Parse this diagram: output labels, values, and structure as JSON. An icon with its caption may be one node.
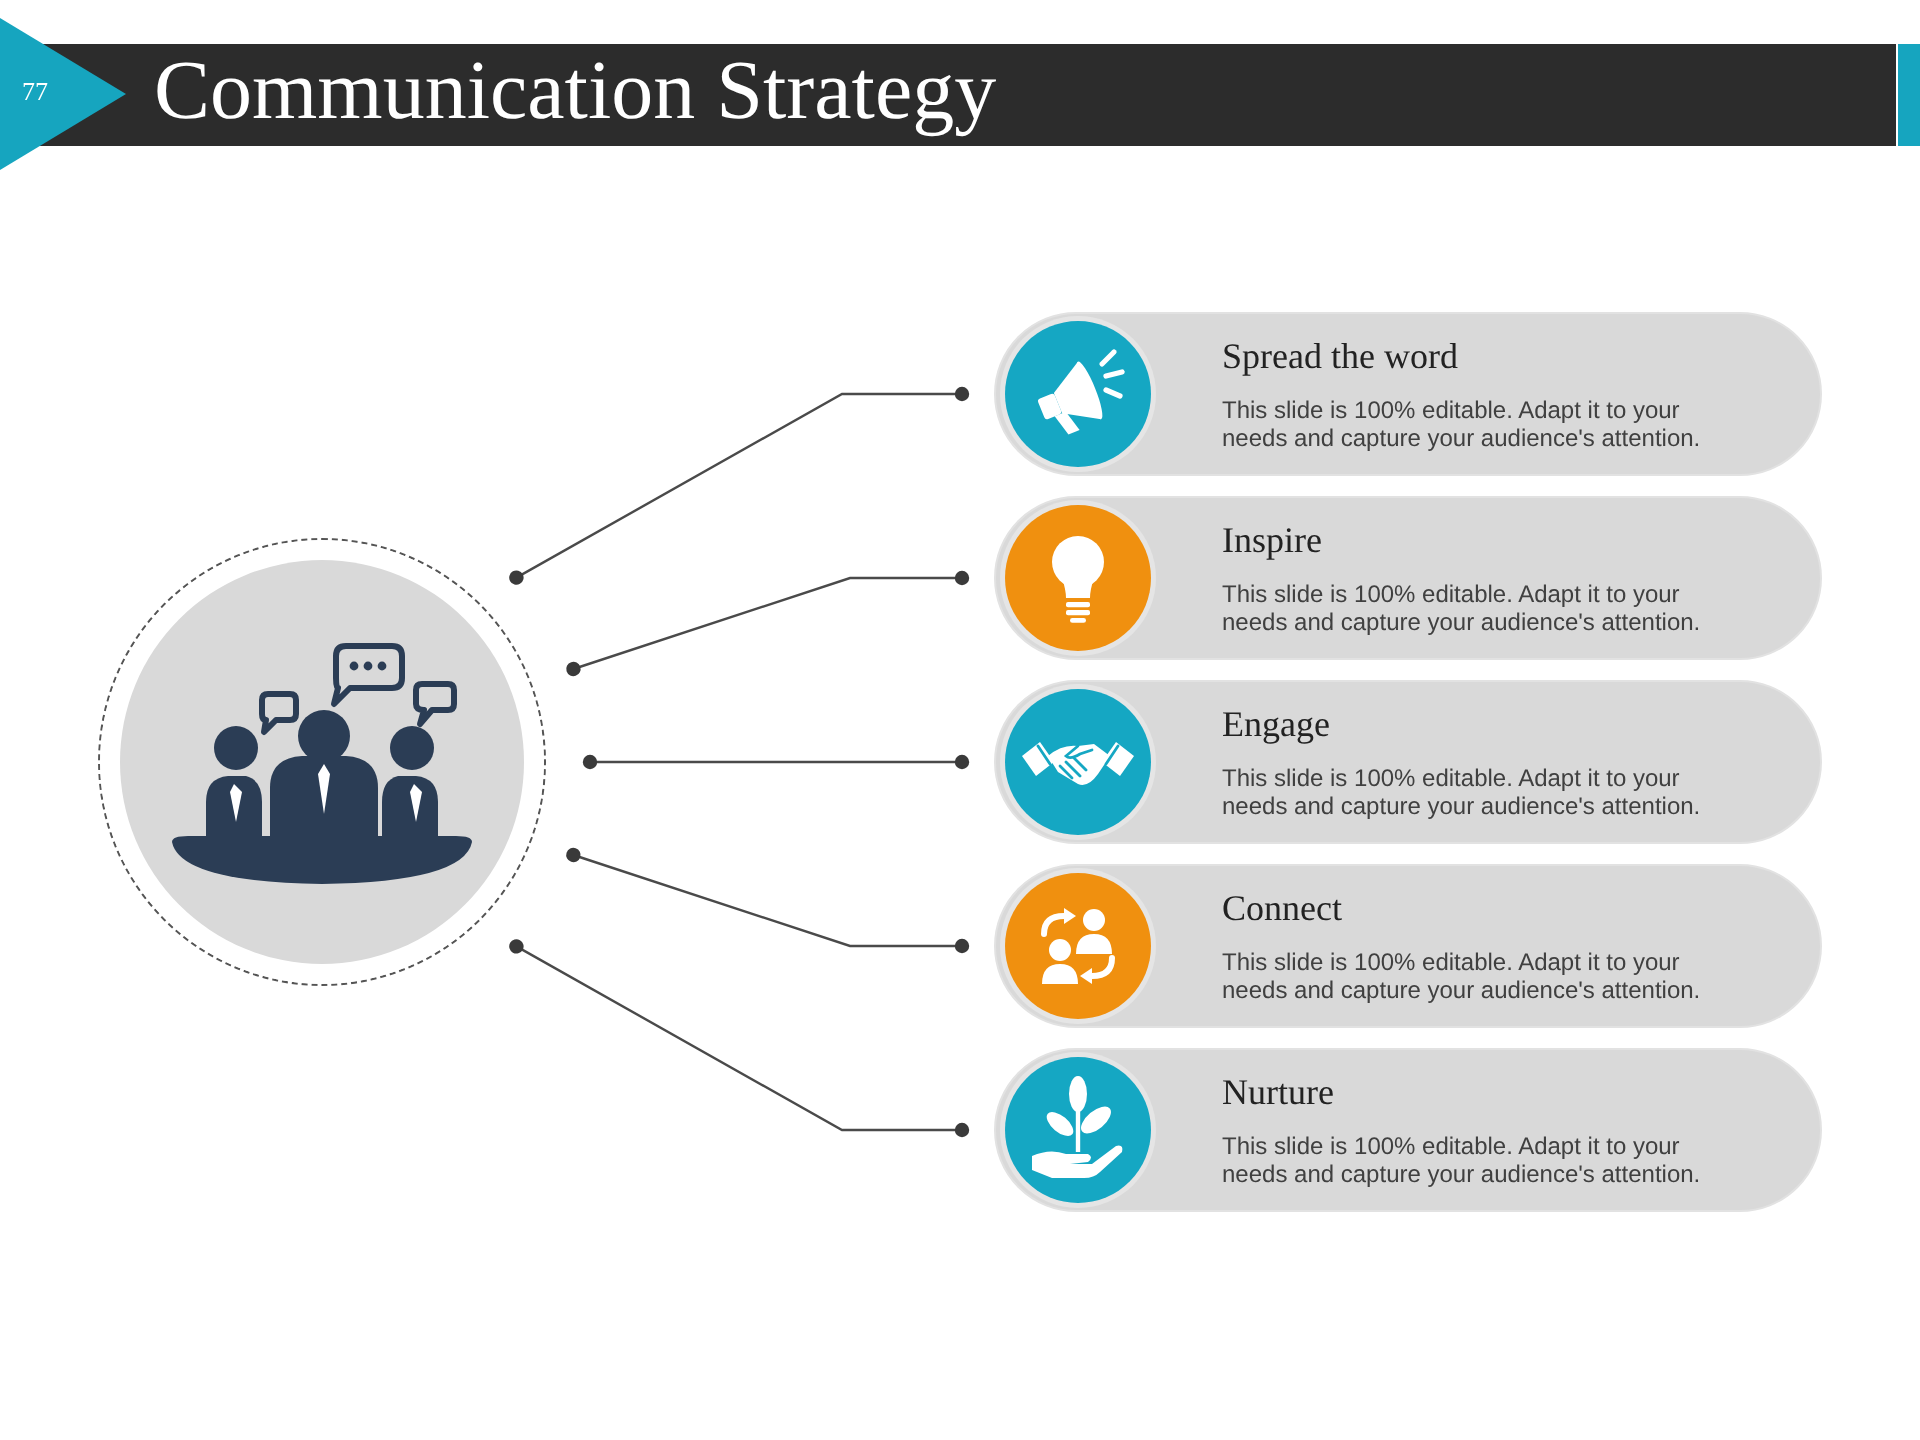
{
  "diagram": {
    "title": "Communication Strategy",
    "nodes": [
      {
        "text": [],
        "shape": "circle"
      },
      {
        "text": [
          "Spread the word",
          "This slide is 100% editable. Adapt it to your needs and capture your audience's attention."
        ]
      },
      {
        "text": [
          "Inspire",
          "This slide is 100% editable. Adapt it to your needs and capture your audience's attention."
        ]
      },
      {
        "text": [
          "Engage",
          "This slide is 100% editable. Adapt it to your needs and capture your audience's attention."
        ]
      },
      {
        "text": [
          "Connect",
          "This slide is 100% editable. Adapt it to your needs and capture your audience's attention."
        ]
      },
      {
        "text": [
          "Nurture",
          "This slide is 100% editable. Adapt it to your needs and capture your audience's attention."
        ]
      }
    ],
    "edges": [
      {
        "from": 0,
        "to": 1,
        "arrow": "other"
      },
      {
        "from": 0,
        "to": 2,
        "arrow": "other"
      },
      {
        "from": 0,
        "to": 3,
        "arrow": "other"
      },
      {
        "from": 0,
        "to": 4,
        "arrow": "other"
      },
      {
        "from": 0,
        "to": 5,
        "arrow": "other"
      }
    ],
    "labels": [
      "77"
    ]
  }
}
